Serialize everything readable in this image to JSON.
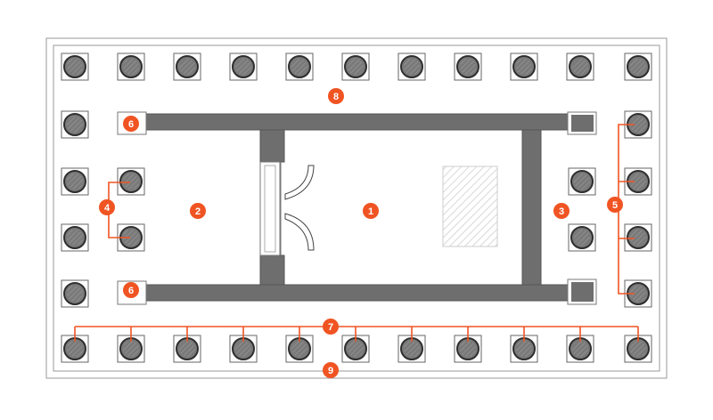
{
  "colors": {
    "wall": "#6e6e6e",
    "column_fill": "#7a7a7a",
    "column_stroke": "#333333",
    "accent": "#f05423",
    "outline": "#9a9a9a",
    "hatch": "#d6d6d6"
  },
  "markers": [
    {
      "id": "1",
      "label": "1"
    },
    {
      "id": "2",
      "label": "2"
    },
    {
      "id": "3",
      "label": "3"
    },
    {
      "id": "4",
      "label": "4"
    },
    {
      "id": "5",
      "label": "5"
    },
    {
      "id": "6a",
      "label": "6"
    },
    {
      "id": "6b",
      "label": "6"
    },
    {
      "id": "7",
      "label": "7"
    },
    {
      "id": "8",
      "label": "8"
    },
    {
      "id": "9",
      "label": "9"
    }
  ]
}
